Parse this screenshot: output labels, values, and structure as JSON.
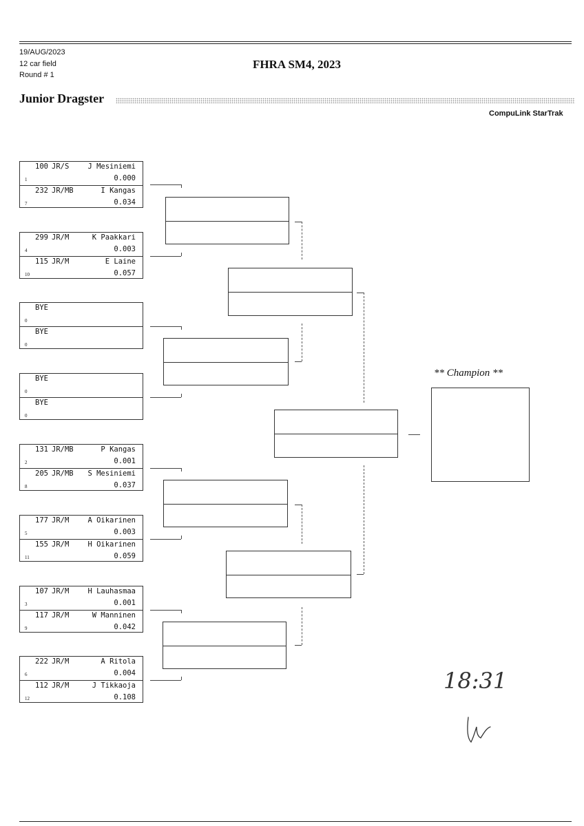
{
  "header": {
    "date": "19/AUG/2023",
    "field": "12 car field",
    "round": "Round # 1",
    "title": "FHRA SM4, 2023",
    "category": "Junior Dragster",
    "brand": "CompuLink StarTrak"
  },
  "pairs": [
    {
      "top": {
        "number": "100",
        "class": "JR/S",
        "name": "J Mesiniemi",
        "seed": "1",
        "time": "0.000"
      },
      "bottom": {
        "number": "232",
        "class": "JR/MB",
        "name": "I Kangas",
        "seed": "7",
        "time": "0.034"
      }
    },
    {
      "top": {
        "number": "299",
        "class": "JR/M",
        "name": "K Paakkari",
        "seed": "4",
        "time": "0.003"
      },
      "bottom": {
        "number": "115",
        "class": "JR/M",
        "name": "E Laine",
        "seed": "10",
        "time": "0.057"
      }
    },
    {
      "top": {
        "bye": "BYE",
        "seed": "0"
      },
      "bottom": {
        "bye": "BYE",
        "seed": "0"
      }
    },
    {
      "top": {
        "bye": "BYE",
        "seed": "0"
      },
      "bottom": {
        "bye": "BYE",
        "seed": "0"
      }
    },
    {
      "top": {
        "number": "131",
        "class": "JR/MB",
        "name": "P Kangas",
        "seed": "2",
        "time": "0.001"
      },
      "bottom": {
        "number": "205",
        "class": "JR/MB",
        "name": "S Mesiniemi",
        "seed": "8",
        "time": "0.037"
      }
    },
    {
      "top": {
        "number": "177",
        "class": "JR/M",
        "name": "A Oikarinen",
        "seed": "5",
        "time": "0.003"
      },
      "bottom": {
        "number": "155",
        "class": "JR/M",
        "name": "H Oikarinen",
        "seed": "11",
        "time": "0.059"
      }
    },
    {
      "top": {
        "number": "107",
        "class": "JR/M",
        "name": "H Lauhasmaa",
        "seed": "3",
        "time": "0.001"
      },
      "bottom": {
        "number": "117",
        "class": "JR/M",
        "name": "W Manninen",
        "seed": "9",
        "time": "0.042"
      }
    },
    {
      "top": {
        "number": "222",
        "class": "JR/M",
        "name": "A Ritola",
        "seed": "6",
        "time": "0.004"
      },
      "bottom": {
        "number": "112",
        "class": "JR/M",
        "name": "J Tikkaoja",
        "seed": "12",
        "time": "0.108"
      }
    }
  ],
  "champion_label": "** Champion **",
  "handwritten_note": "18:31"
}
